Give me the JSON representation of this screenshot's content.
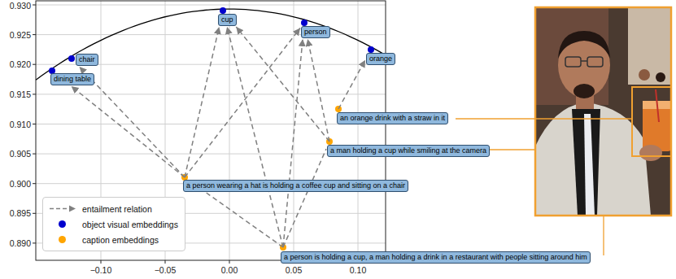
{
  "diagram": {
    "nodes": [
      {
        "text": [
          "cup"
        ]
      },
      {
        "text": [
          "person"
        ]
      },
      {
        "text": [
          "orange"
        ]
      },
      {
        "text": [
          "chair"
        ]
      },
      {
        "text": [
          "dining table"
        ]
      },
      {
        "text": [
          "an orange drink with a straw in it"
        ]
      },
      {
        "text": [
          "a man holding a cup while smiling at the camera"
        ]
      },
      {
        "text": [
          "a person wearing a hat is holding a coffee cup and sitting on a chair"
        ]
      },
      {
        "text": [
          "a person is holding a cup, a man holding a drink in a restaurant with people sitting around him"
        ]
      }
    ],
    "edges": [
      {
        "from": 7,
        "to": 4,
        "arrow": "to"
      },
      {
        "from": 7,
        "to": 3,
        "arrow": "to"
      },
      {
        "from": 7,
        "to": 0,
        "arrow": "to"
      },
      {
        "from": 7,
        "to": 1,
        "arrow": "to"
      },
      {
        "from": 8,
        "to": 0,
        "arrow": "to"
      },
      {
        "from": 8,
        "to": 1,
        "arrow": "to"
      },
      {
        "from": 8,
        "to": 7,
        "arrow": "none"
      },
      {
        "from": 8,
        "to": 6,
        "arrow": "none"
      },
      {
        "from": 6,
        "to": 0,
        "arrow": "to"
      },
      {
        "from": 6,
        "to": 1,
        "arrow": "to"
      },
      {
        "from": 5,
        "to": 2,
        "arrow": "to"
      }
    ],
    "labels": [
      "0.930",
      "0.925",
      "0.920",
      "0.915",
      "0.910",
      "0.905",
      "0.900",
      "0.895",
      "0.890",
      "−0.10",
      "−0.05",
      "0.00",
      "0.05",
      "0.10"
    ],
    "legend": [
      {
        "text": "entailment relation"
      },
      {
        "text": "object visual embeddings",
        "color": "#0000cd"
      },
      {
        "text": "caption embeddings",
        "color": "#ffa500"
      }
    ]
  }
}
